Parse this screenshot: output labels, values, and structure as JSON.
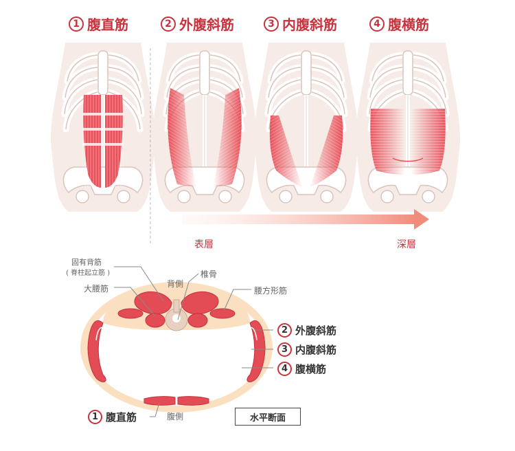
{
  "panels": [
    {
      "num": "1",
      "label": "腹直筋"
    },
    {
      "num": "2",
      "label": "外腹斜筋"
    },
    {
      "num": "3",
      "label": "内腹斜筋"
    },
    {
      "num": "4",
      "label": "腹横筋"
    }
  ],
  "arrow": {
    "start_label": "表層",
    "end_label": "深層"
  },
  "cross_section": {
    "title": "水平断面",
    "labels": {
      "back": "背側",
      "front": "腹側",
      "spine": "椎骨",
      "erector": "固有背筋",
      "erector_sub": "( 脊柱起立筋 )",
      "psoas": "大腰筋",
      "quadratus": "腰方形筋"
    },
    "callouts": [
      {
        "num": "2",
        "label": "外腹斜筋"
      },
      {
        "num": "3",
        "label": "内腹斜筋"
      },
      {
        "num": "4",
        "label": "腹横筋"
      },
      {
        "num": "1",
        "label": "腹直筋"
      }
    ]
  },
  "colors": {
    "accent": "#c8323c",
    "muscle": "#e8505a",
    "skin": "#f8d9b4",
    "bone": "#f3e4dc"
  }
}
